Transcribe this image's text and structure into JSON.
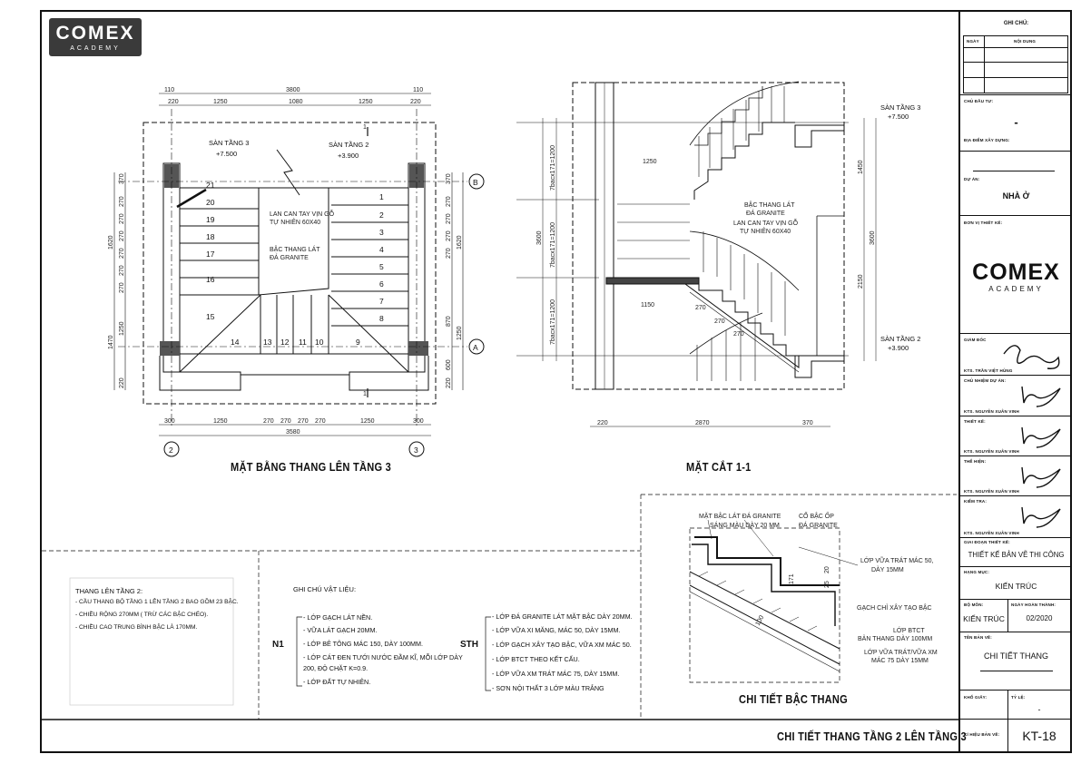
{
  "logo": {
    "brand": "COMEX",
    "sub": "ACADEMY"
  },
  "plan": {
    "title": "MẶT BẰNG THANG LÊN TẦNG 3",
    "floor3_label": "SÀN TẦNG 3",
    "floor3_level": "+7.500",
    "floor2_label": "SÀN TẦNG 2",
    "floor2_level": "+3.900",
    "rail_note_1": "LAN CAN TAY VỊN GỖ",
    "rail_note_2": "TỰ NHIÊN 60X40",
    "tread_note_1": "BẬC THANG LÁT",
    "tread_note_2": "ĐÁ GRANITE",
    "dims_top": [
      "110",
      "3800",
      "110",
      "220",
      "1250",
      "1080",
      "1250",
      "220"
    ],
    "dims_bottom": [
      "300",
      "1250",
      "270",
      "270",
      "270",
      "270",
      "1250",
      "300",
      "3580"
    ],
    "dims_left": [
      "370",
      "270",
      "270",
      "270",
      "270",
      "270",
      "270",
      "1620",
      "1250",
      "1470",
      "220"
    ],
    "dims_right": [
      "370",
      "270",
      "270",
      "270",
      "270",
      "1620",
      "870",
      "1250",
      "600",
      "220"
    ],
    "axis_b": "B",
    "axis_a": "A",
    "axis_2": "2",
    "axis_3": "3",
    "section_mark": "1",
    "steps_right": [
      "1",
      "2",
      "3",
      "4",
      "5",
      "6",
      "7",
      "8"
    ],
    "steps_bottom": [
      "9",
      "10",
      "11",
      "12",
      "13",
      "14"
    ],
    "steps_left": [
      "15",
      "16",
      "17",
      "18",
      "19",
      "20",
      "21"
    ]
  },
  "section": {
    "title": "MẶT CẮT 1-1",
    "floor3_label": "SÀN TẦNG 3",
    "floor3_level": "+7.500",
    "floor2_label": "SÀN TẦNG 2",
    "floor2_level": "+3.900",
    "tread_note_1": "BẬC THANG LÁT",
    "tread_note_2": "ĐÁ GRANITE",
    "rail_note_1": "LAN CAN TAY VỊN GỖ",
    "rail_note_2": "TỰ NHIÊN 60X40",
    "dims_left": [
      "7bacx171=1200",
      "7bacx171=1200",
      "7bacx171=1200",
      "3600"
    ],
    "dims_right": [
      "1450",
      "3600",
      "2150"
    ],
    "dims_bottom": [
      "220",
      "2870",
      "370"
    ],
    "dims_inner": [
      "1250",
      "1150",
      "270",
      "270",
      "270"
    ]
  },
  "detail": {
    "title": "CHI TIẾT BẬC THANG",
    "top_note_1": "MẶT BẬC LÁT ĐÁ GRANITE",
    "top_note_2": "SÁNG MÀU DÀY 20 MM",
    "nose_note_1": "CỔ BẬC ỐP",
    "nose_note_2": "ĐÁ GRANITE",
    "r1a": "LỚP VỮA TRÁT MÁC 50,",
    "r1b": "DÀY 15MM",
    "r2": "GẠCH CHỈ XÂY TẠO BẬC",
    "r3a": "LỚP BTCT",
    "r3b": "BẢN THANG DÀY 100MM",
    "r4a": "LỚP VỮA TRÁT/VỮA XM",
    "r4b": "MÁC 75 DÀY 15MM",
    "d1": "171",
    "d2": "20",
    "d3": "25",
    "d4": "100"
  },
  "stair_note": {
    "title": "THANG LÊN TẦNG 2:",
    "lines": [
      "- CẦU THANG BỘ TẦNG 1 LÊN TẦNG 2 BAO GỒM 23 BẬC.",
      "- CHIỀU RỘNG 270MM ( TRỪ CÁC BẬC CHÉO).",
      "- CHIỀU CAO TRUNG BÌNH BẬC LÀ 170MM."
    ]
  },
  "materials": {
    "heading": "GHI CHÚ VẬT LIỆU:",
    "n1_tag": "N1",
    "n1": [
      "- LỚP GẠCH LÁT NỀN.",
      "- VỮA LÁT GẠCH 20MM.",
      "- LỚP BÊ TÔNG MÁC 150, DÀY 100MM.",
      "- LỚP CÁT ĐEN TƯỚI NƯỚC ĐẦM KĨ, MỖI LỚP DÀY",
      "200, ĐỘ CHẶT K=0.9.",
      "- LỚP ĐẤT TỰ NHIÊN."
    ],
    "sth_tag": "STH",
    "sth": [
      "- LỚP ĐÁ GRANITE LÁT MẶT BẬC DÀY 20MM.",
      "- LỚP VỮA XI MĂNG, MÁC 50, DÀY 15MM.",
      "- LỚP GẠCH XÂY TẠO BẬC, VỮA XM MÁC 50.",
      "- LỚP BTCT THEO KẾT CẤU.",
      "- LỚP VỮA XM TRÁT MÁC 75, DÀY 15MM.",
      "- SƠN NỘI THẤT 3 LỚP MÀU TRẮNG"
    ]
  },
  "sheet_title": "CHI TIẾT THANG TẦNG 2 LÊN TẦNG 3",
  "titleblock": {
    "notes_head": "GHI CHÚ:",
    "col_date": "NGÀY",
    "col_content": "NỘI DUNG",
    "owner_label": "CHỦ ĐẦU TƯ:",
    "owner_value": "-",
    "site_label": "ĐỊA ĐIỂM XÂY DỰNG:",
    "project_label": "DỰ ÁN:",
    "project_value": "NHÀ Ở",
    "designer_label": "ĐƠN VỊ THIẾT KẾ:",
    "designer_brand": "COMEX",
    "designer_sub": "ACADEMY",
    "director_label": "GIÁM ĐỐC",
    "director_name": "KTS. TRẦN VIỆT HÙNG",
    "chief_label": "CHỦ NHIỆM DỰ ÁN:",
    "chief_name": "KTS. NGUYỄN XUÂN VINH",
    "design_label": "THIẾT KẾ:",
    "design_name": "KTS. NGUYỄN XUÂN VINH",
    "drawn_label": "THỂ HIỆN:",
    "drawn_name": "KTS. NGUYỄN XUÂN VINH",
    "check_label": "KIỂM TRA:",
    "check_name": "KTS. NGUYỄN XUÂN VINH",
    "phase_label": "GIAI ĐOẠN THIẾT KẾ:",
    "phase_value": "THIẾT KẾ BẢN VẼ THI CÔNG",
    "category_label": "HẠNG MỤC:",
    "category_value": "KIẾN TRÚC",
    "dept_label": "BỘ MÔN:",
    "dept_value": "KIẾN TRÚC",
    "date_label": "NGÀY HOÀN THÀNH:",
    "date_value": "02/2020",
    "drawing_label": "TÊN BẢN VẼ:",
    "drawing_value": "CHI TIẾT THANG",
    "paper_label": "KHỔ GIẤY:",
    "scale_label": "TỶ LỆ:",
    "scale_value": "-",
    "code_label": "KÍ HIỆU BẢN VẼ:",
    "code_value": "KT-18"
  }
}
